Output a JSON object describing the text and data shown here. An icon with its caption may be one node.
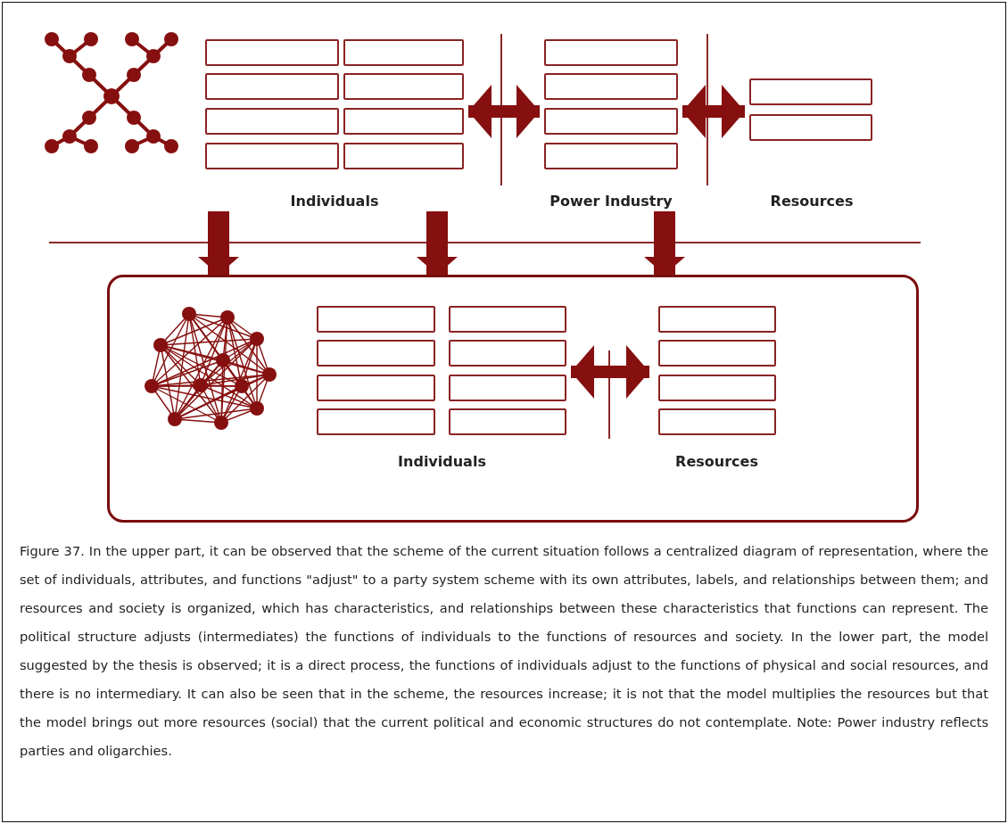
{
  "diagram": {
    "caption": "Figure 37. In the upper part, it can be observed that the scheme of the current situation follows a centralized diagram of representation, where the set of individuals, attributes, and functions \"adjust\" to a party system scheme with its own attributes, labels, and relationships between them; and resources and society is organized, which has characteristics, and relationships between these characteristics that functions can represent. The political structure adjusts (intermediates) the functions of individuals to the functions of resources and society. In the lower part, the model suggested by the thesis is observed; it is a direct process, the functions of individuals adjust to the functions of physical and social resources, and there is no intermediary. It can also be seen that in the scheme, the resources increase; it is not that the model multiplies the resources but that the model brings out more resources (social) that the current political and economic structures do not contemplate. Note: Power industry reflects parties and oligarchies.",
    "nodes": [
      {
        "text": [
          "Individuals"
        ]
      },
      {
        "text": [],
        "shape": "box",
        "in": 0
      },
      {
        "text": [],
        "shape": "box",
        "in": 0
      },
      {
        "text": [],
        "shape": "box",
        "in": 0
      },
      {
        "text": [],
        "shape": "box",
        "in": 0
      },
      {
        "text": [],
        "shape": "box",
        "in": 0
      },
      {
        "text": [],
        "shape": "box",
        "in": 0
      },
      {
        "text": [],
        "shape": "box",
        "in": 0
      },
      {
        "text": [],
        "shape": "box",
        "in": 0
      },
      {
        "text": [
          "Power Industry"
        ]
      },
      {
        "text": [],
        "shape": "box",
        "in": 9
      },
      {
        "text": [],
        "shape": "box",
        "in": 9
      },
      {
        "text": [],
        "shape": "box",
        "in": 9
      },
      {
        "text": [],
        "shape": "box",
        "in": 9
      },
      {
        "text": [
          "Resources"
        ]
      },
      {
        "text": [],
        "shape": "box",
        "in": 14
      },
      {
        "text": [],
        "shape": "box",
        "in": 14
      },
      {
        "text": [],
        "shape": "box"
      },
      {
        "text": [
          "Individuals"
        ],
        "in": 17
      },
      {
        "text": [],
        "shape": "box",
        "in": 18
      },
      {
        "text": [],
        "shape": "box",
        "in": 18
      },
      {
        "text": [],
        "shape": "box",
        "in": 18
      },
      {
        "text": [],
        "shape": "box",
        "in": 18
      },
      {
        "text": [],
        "shape": "box",
        "in": 18
      },
      {
        "text": [],
        "shape": "box",
        "in": 18
      },
      {
        "text": [],
        "shape": "box",
        "in": 18
      },
      {
        "text": [],
        "shape": "box",
        "in": 18
      },
      {
        "text": [
          "Resources"
        ],
        "in": 17
      },
      {
        "text": [],
        "shape": "box",
        "in": 27
      },
      {
        "text": [],
        "shape": "box",
        "in": 27
      },
      {
        "text": [],
        "shape": "box",
        "in": 27
      },
      {
        "text": [],
        "shape": "box",
        "in": 27
      }
    ],
    "edges": [
      {
        "from": 0,
        "to": 9,
        "arrow": "both"
      },
      {
        "from": 9,
        "to": 14,
        "arrow": "both"
      },
      {
        "from": 0,
        "to": 17,
        "arrow": "to"
      },
      {
        "from": 0,
        "to": 17,
        "arrow": "to"
      },
      {
        "from": 9,
        "to": 17,
        "arrow": "to"
      },
      {
        "from": 18,
        "to": 27,
        "arrow": "both"
      }
    ]
  }
}
